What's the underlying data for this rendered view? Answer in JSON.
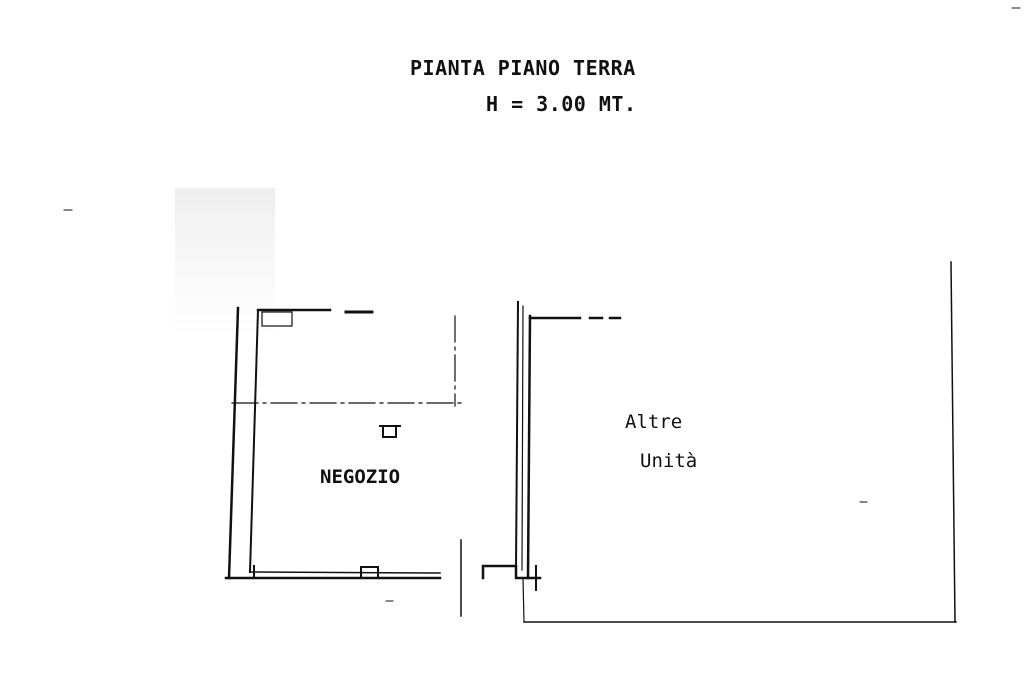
{
  "plan": {
    "title": "PIANTA PIANO TERRA",
    "height_note": "H = 3.00 MT.",
    "rooms": [
      {
        "name": "NEGOZIO"
      },
      {
        "name_line1": "Altre",
        "name_line2": "Unità"
      }
    ]
  },
  "colors": {
    "ink": "#111111",
    "paper": "#ffffff"
  }
}
